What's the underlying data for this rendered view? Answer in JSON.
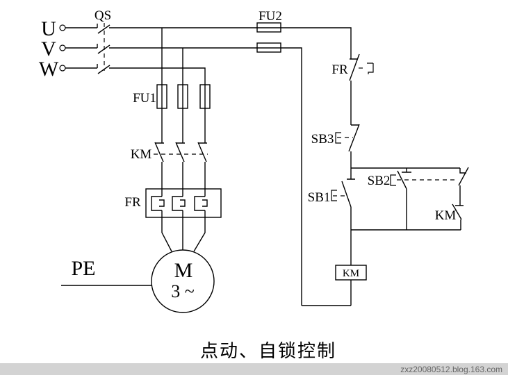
{
  "diagram": {
    "caption": "点动、自锁控制",
    "watermark": "zxz20080512.blog.163.com",
    "labels": {
      "phase_u": "U",
      "phase_v": "V",
      "phase_w": "W",
      "disconnect_switch": "QS",
      "control_fuse": "FU2",
      "main_fuse": "FU1",
      "contactor_main": "KM",
      "thermal_relay": "FR",
      "thermal_nc_contact": "FR",
      "stop_button": "SB3",
      "start_button": "SB1",
      "jog_button": "SB2",
      "contactor_aux": "KM",
      "contactor_coil": "KM",
      "protective_earth": "PE",
      "motor_letter": "M",
      "motor_phases": "3 ~"
    },
    "colors": {
      "line": "#000000",
      "background": "#ffffff",
      "watermark_bar": "#d3d3d3",
      "watermark_text": "#666666"
    }
  }
}
